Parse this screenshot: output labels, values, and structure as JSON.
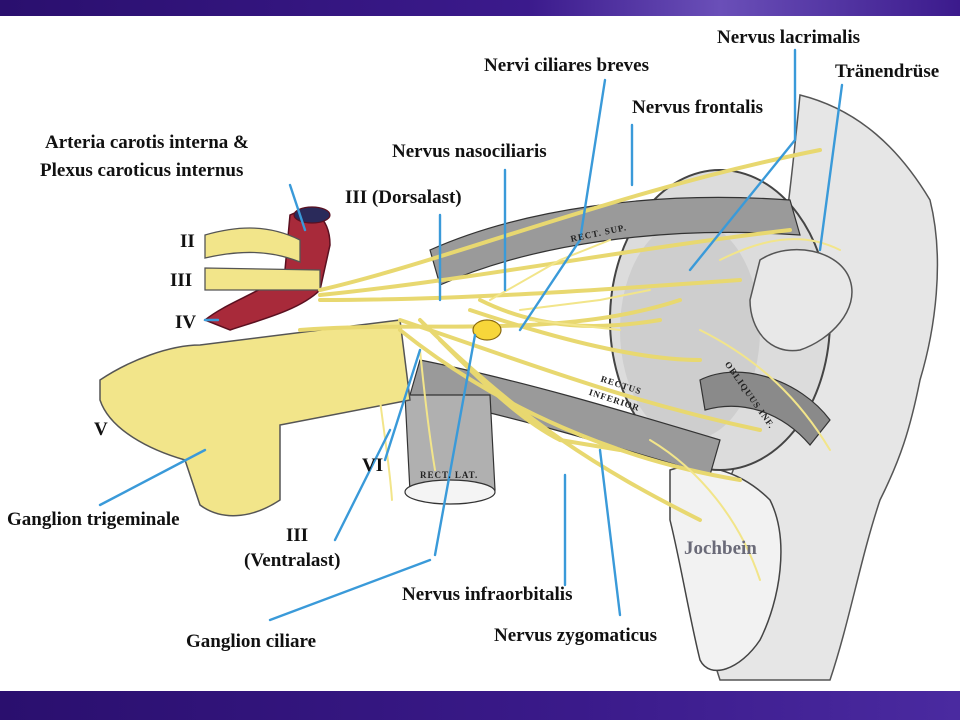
{
  "slide": {
    "colors": {
      "frame": "#2e1480",
      "leader_line": "#3a9ad9",
      "nerve": "#f2e58a",
      "artery": "#a82a3a",
      "muscle": "#8c8c8c"
    }
  },
  "labels": {
    "nervus_lacrimalis": "Nervus lacrimalis",
    "nervi_ciliares_breves": "Nervi ciliares breves",
    "traenendruese": "Tränendrüse",
    "nervus_frontalis": "Nervus frontalis",
    "arteria_carotis_line1": "Arteria carotis interna &",
    "arteria_carotis_line2": "Plexus caroticus internus",
    "nervus_nasociliaris": "Nervus nasociliaris",
    "iii_dorsalast": "III (Dorsalast)",
    "roman_ii": "II",
    "roman_iii": "III",
    "roman_iv": "IV",
    "roman_v": "V",
    "roman_vi": "VI",
    "ganglion_trigeminale": "Ganglion trigeminale",
    "iii_ventralast_roman": "III",
    "iii_ventralast_text": "(Ventralast)",
    "jochbein": "Jochbein",
    "nervus_infraorbitalis": "Nervus infraorbitalis",
    "ganglion_ciliare": "Ganglion ciliare",
    "nervus_zygomaticus": "Nervus zygomaticus"
  },
  "organ_labels": {
    "rect_sup": "RECT. SUP.",
    "rectus_inferior_1": "RECTUS",
    "rectus_inferior_2": "INFERIOR",
    "obliquus_inf": "OBLIQUUS INF.",
    "rect_lat": "RECT. LAT."
  }
}
